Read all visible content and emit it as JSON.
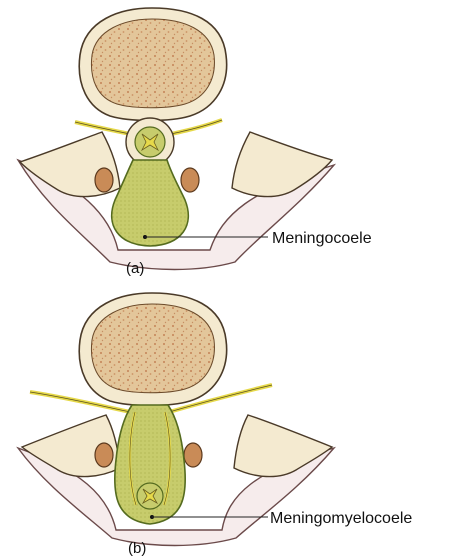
{
  "panels": [
    {
      "sublabel": "(a)",
      "callout": "Meningocoele"
    },
    {
      "sublabel": "(b)",
      "callout": "Meningomyelocoele"
    }
  ],
  "colors": {
    "bone": "#f4ead0",
    "bone_outline": "#4a3a28",
    "marrow": "#e3c69a",
    "marrow_speckle": "#b5673a",
    "sac_fill": "#c7cc6c",
    "sac_outline": "#556b1f",
    "nerve": "#e6d94a",
    "skin": "#f6ecec",
    "ganglion": "#c98b57"
  }
}
